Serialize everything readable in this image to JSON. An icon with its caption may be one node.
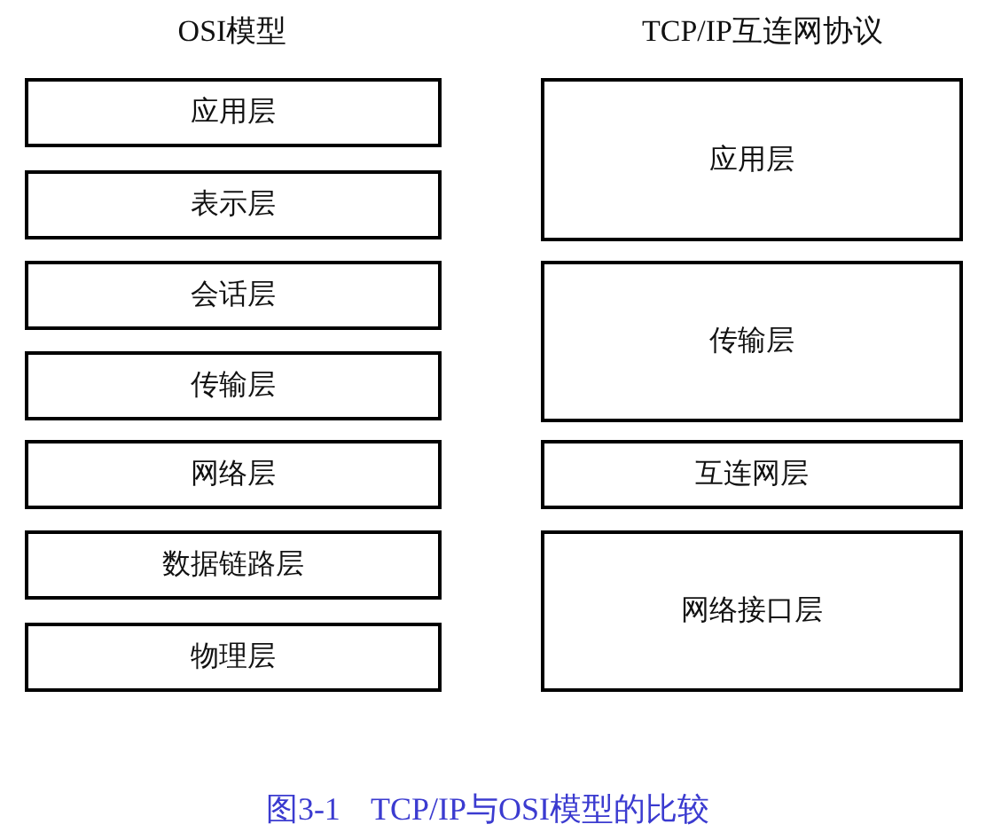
{
  "diagram": {
    "caption": "图3-1 TCP/IP与OSI模型的比较",
    "nodes": [
      {
        "text": [
          "应用层"
        ]
      },
      {
        "text": [
          "表示层"
        ]
      },
      {
        "text": [
          "会话层"
        ]
      },
      {
        "text": [
          "传输层"
        ]
      },
      {
        "text": [
          "网络层"
        ]
      },
      {
        "text": [
          "数据链路层"
        ]
      },
      {
        "text": [
          "物理层"
        ]
      },
      {
        "text": [
          "应用层"
        ]
      },
      {
        "text": [
          "传输层"
        ]
      },
      {
        "text": [
          "互连网层"
        ]
      },
      {
        "text": [
          "网络接口层"
        ]
      }
    ],
    "labels": [
      "OSI模型",
      "TCP/IP互连网协议"
    ]
  }
}
